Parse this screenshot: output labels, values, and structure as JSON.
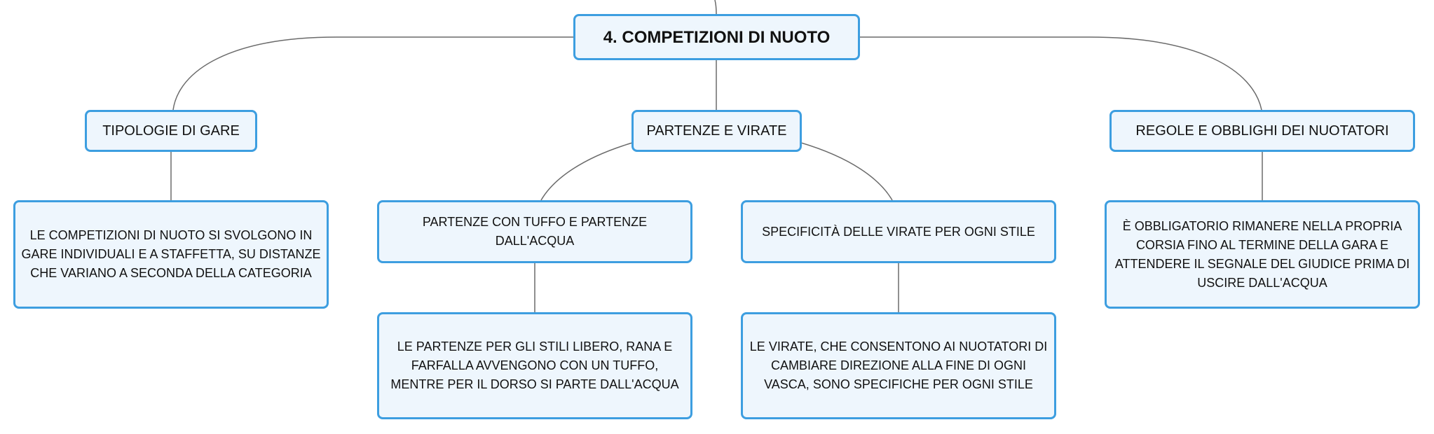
{
  "root": {
    "label": "4. COMPETIZIONI DI NUOTO"
  },
  "branches": [
    {
      "label": "TIPOLOGIE DI GARE"
    },
    {
      "label": "PARTENZE E VIRATE"
    },
    {
      "label": "REGOLE E OBBLIGHI DEI NUOTATORI"
    }
  ],
  "details": {
    "gare": "LE COMPETIZIONI DI NUOTO SI SVOLGONO IN GARE INDIVIDUALI E A STAFFETTA, SU DISTANZE CHE VARIANO A SECONDA DELLA CATEGORIA",
    "partenze": "PARTENZE CON TUFFO E PARTENZE DALL'ACQUA",
    "virate": "SPECIFICITÀ DELLE VIRATE PER OGNI STILE",
    "partenze_detail": "LE PARTENZE PER GLI STILI LIBERO, RANA E FARFALLA AVVENGONO CON UN TUFFO, MENTRE PER IL DORSO SI PARTE DALL'ACQUA",
    "virate_detail": "LE VIRATE, CHE CONSENTONO AI NUOTATORI DI CAMBIARE DIREZIONE ALLA FINE DI OGNI VASCA, SONO SPECIFICHE PER OGNI STILE",
    "regole": "È OBBLIGATORIO RIMANERE NELLA PROPRIA CORSIA FINO AL TERMINE DELLA GARA E ATTENDERE IL SEGNALE DEL GIUDICE PRIMA DI USCIRE DALL'ACQUA"
  },
  "colors": {
    "border": "#3d9ee0",
    "fill": "#eef6fd",
    "line": "#6a6a6a"
  }
}
